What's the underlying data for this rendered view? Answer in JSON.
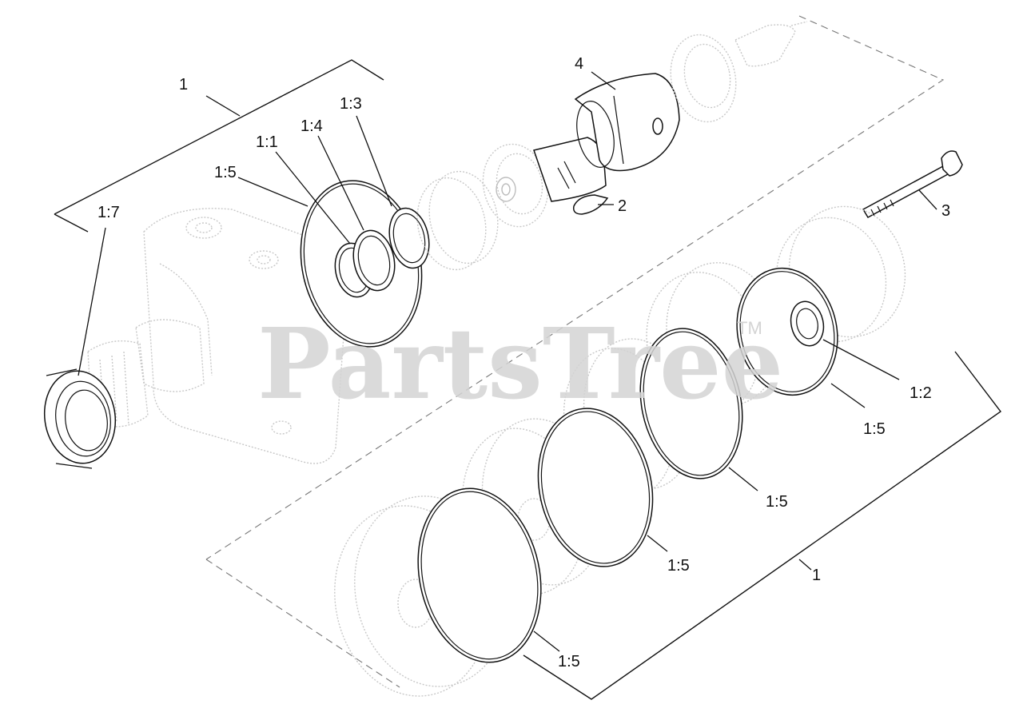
{
  "watermark": {
    "brand": "PartsTree",
    "trademark": "TM"
  },
  "callouts": [
    {
      "id": "c1a",
      "label": "1"
    },
    {
      "id": "c17",
      "label": "1:7"
    },
    {
      "id": "c15a",
      "label": "1:5"
    },
    {
      "id": "c11",
      "label": "1:1"
    },
    {
      "id": "c14",
      "label": "1:4"
    },
    {
      "id": "c13",
      "label": "1:3"
    },
    {
      "id": "c4",
      "label": "4"
    },
    {
      "id": "c2",
      "label": "2"
    },
    {
      "id": "c3",
      "label": "3"
    },
    {
      "id": "c12",
      "label": "1:2"
    },
    {
      "id": "c15b",
      "label": "1:5"
    },
    {
      "id": "c15c",
      "label": "1:5"
    },
    {
      "id": "c15d",
      "label": "1:5"
    },
    {
      "id": "c1b",
      "label": "1"
    },
    {
      "id": "c15e",
      "label": "1:5"
    }
  ],
  "colors": {
    "line": "#111111",
    "ghost": "#c8c8c8",
    "watermark": "#d4d4d4"
  }
}
